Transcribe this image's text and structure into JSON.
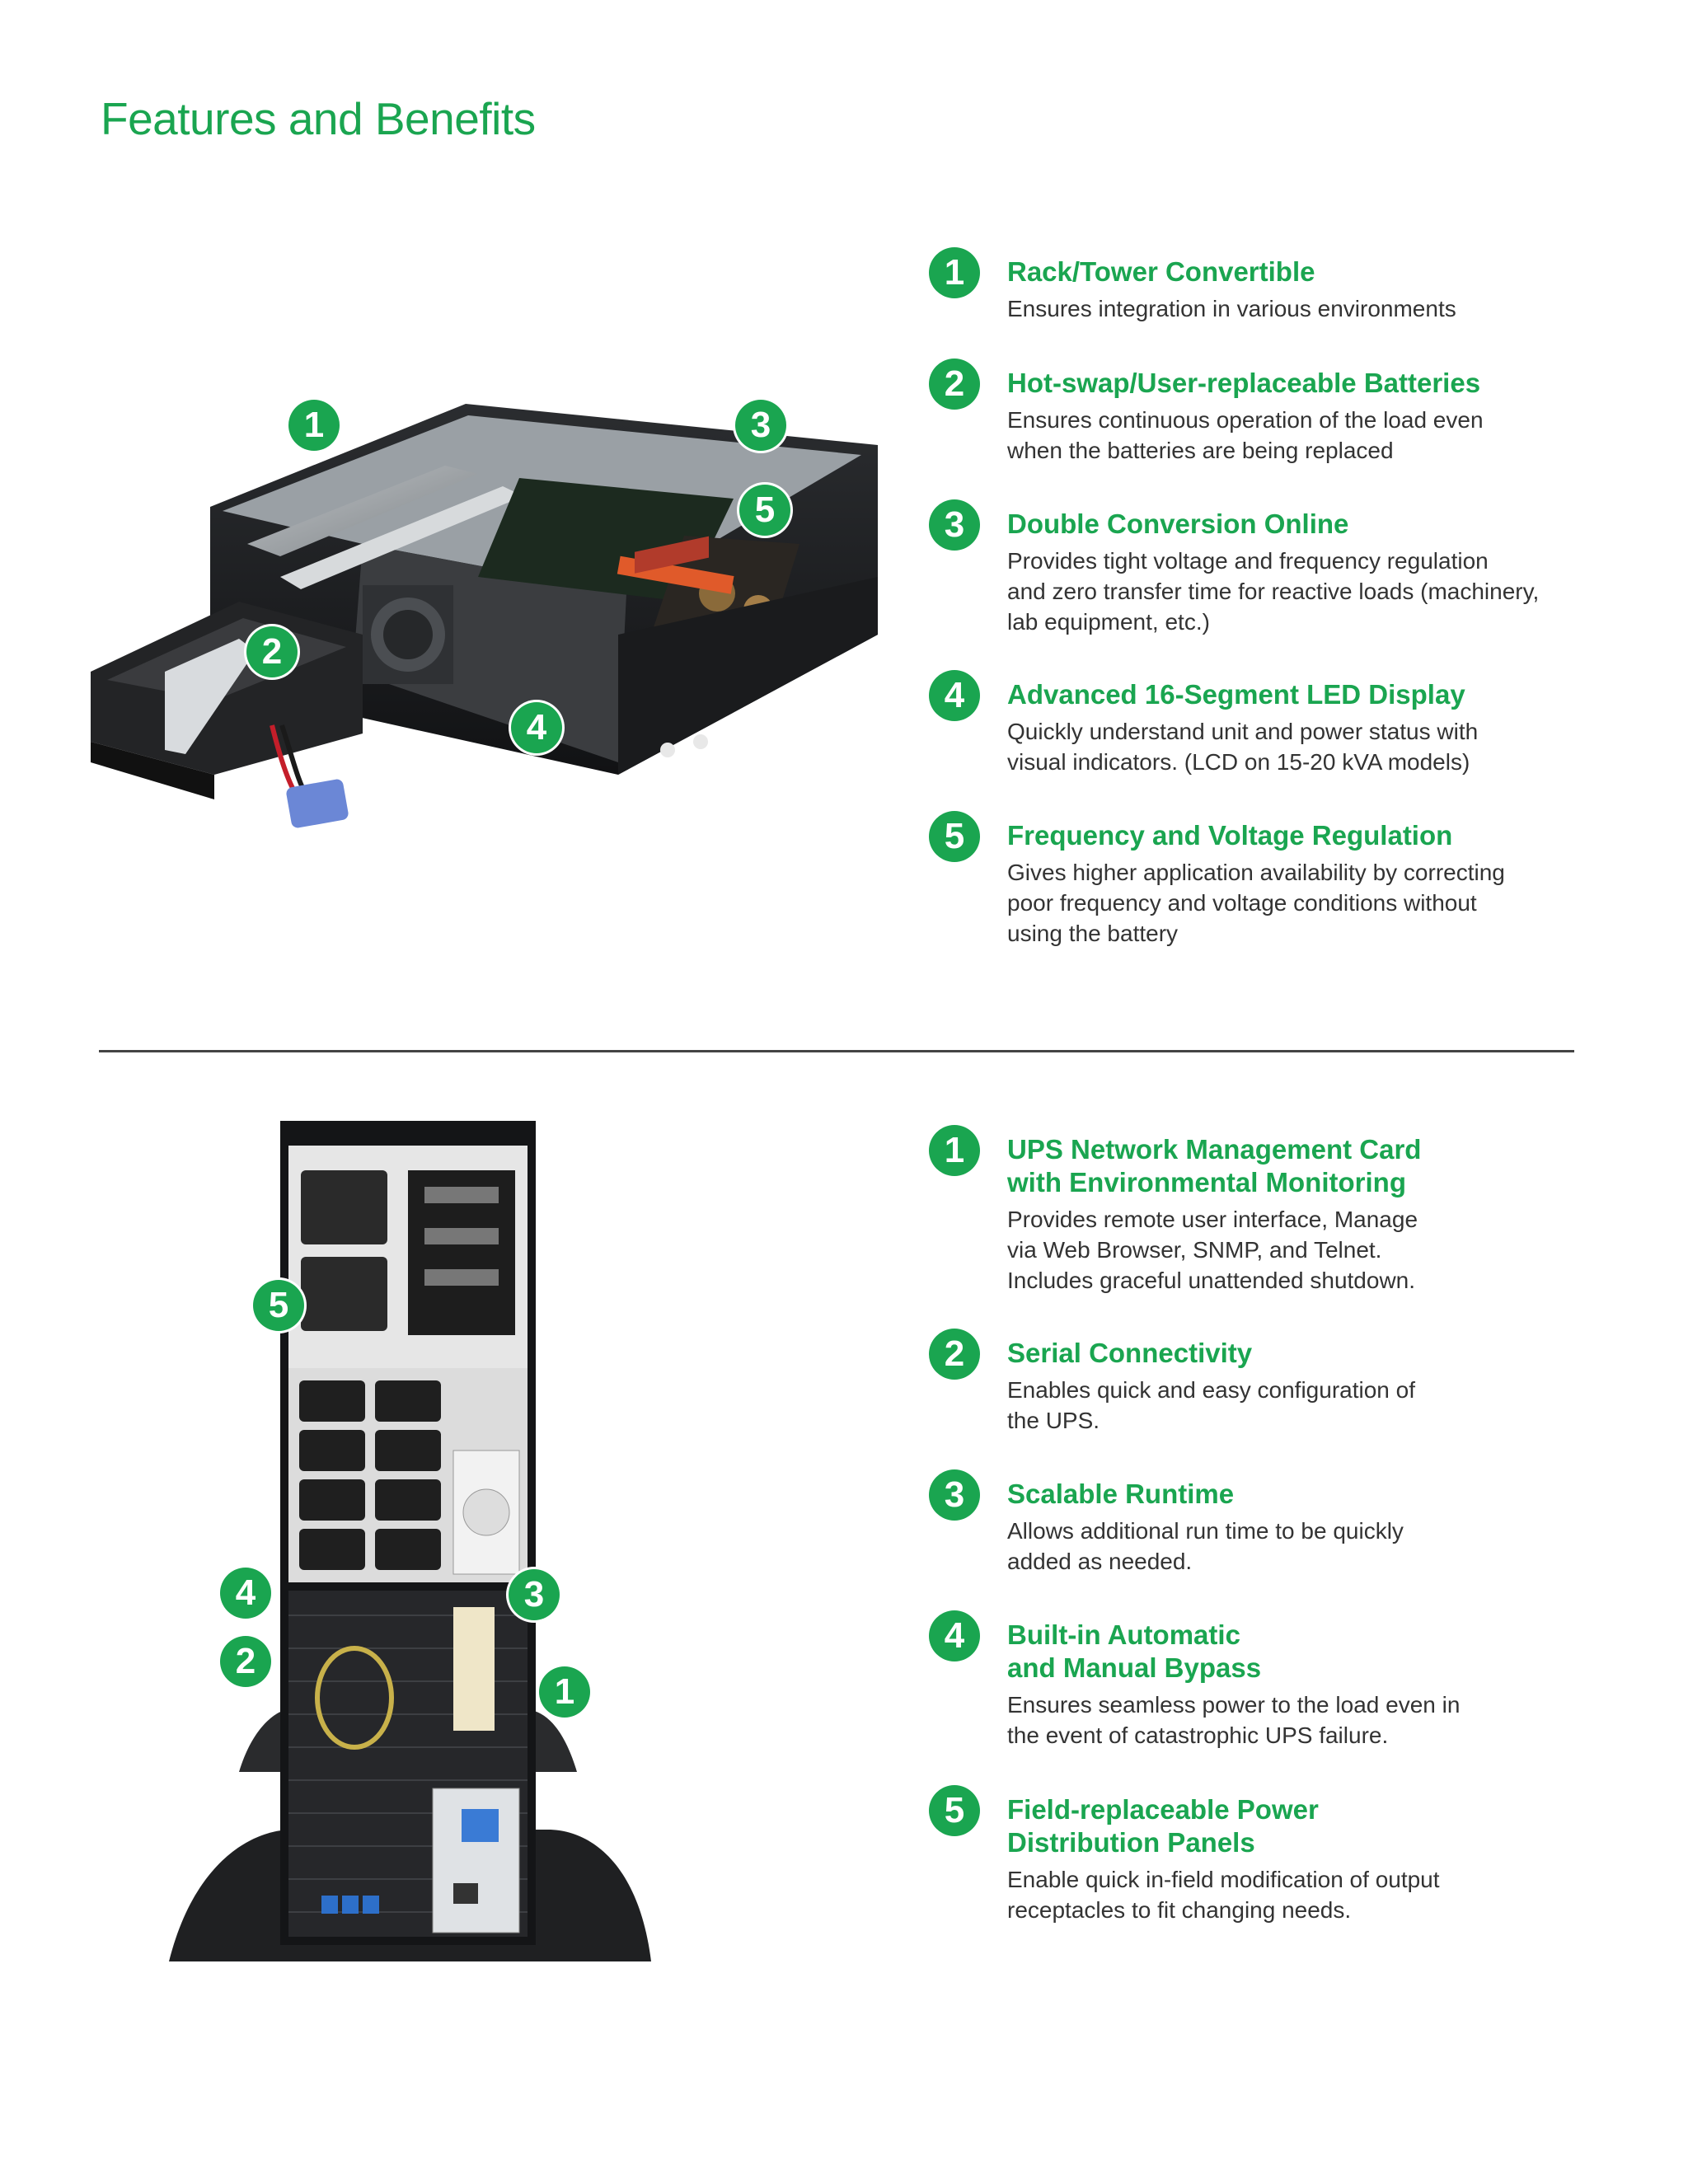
{
  "page": {
    "title": "Features and Benefits"
  },
  "colors": {
    "accent": "#1aa550",
    "text": "#333333",
    "divider": "#444444"
  },
  "top_section": {
    "features": [
      {
        "num": "1",
        "title": [
          "Rack/Tower Convertible"
        ],
        "desc": [
          "Ensures integration in various environments"
        ]
      },
      {
        "num": "2",
        "title": [
          "Hot-swap/User-replaceable Batteries"
        ],
        "desc": [
          "Ensures continuous operation of the load even",
          "when the batteries are being replaced"
        ]
      },
      {
        "num": "3",
        "title": [
          "Double Conversion Online"
        ],
        "desc": [
          "Provides tight voltage and frequency regulation",
          "and zero transfer time for reactive loads (machinery,",
          "lab equipment, etc.)"
        ]
      },
      {
        "num": "4",
        "title": [
          "Advanced 16-Segment LED Display"
        ],
        "desc": [
          "Quickly understand unit and power status with",
          "visual indicators.  (LCD on 15-20 kVA models)"
        ]
      },
      {
        "num": "5",
        "title": [
          "Frequency and Voltage Regulation"
        ],
        "desc": [
          "Gives higher application availability by correcting",
          "poor frequency and voltage conditions without",
          "using the battery"
        ]
      }
    ],
    "callouts": [
      "1",
      "2",
      "3",
      "4",
      "5"
    ]
  },
  "bottom_section": {
    "features": [
      {
        "num": "1",
        "title": [
          "UPS Network Management Card",
          "with Environmental Monitoring"
        ],
        "desc": [
          "Provides remote user interface, Manage",
          "via Web Browser, SNMP, and Telnet.",
          "Includes graceful unattended shutdown."
        ]
      },
      {
        "num": "2",
        "title": [
          "Serial Connectivity"
        ],
        "desc": [
          "Enables quick and easy configuration of",
          "the UPS."
        ]
      },
      {
        "num": "3",
        "title": [
          "Scalable Runtime"
        ],
        "desc": [
          "Allows additional run time to be quickly",
          "added as needed."
        ]
      },
      {
        "num": "4",
        "title": [
          "Built-in Automatic",
          "and Manual Bypass"
        ],
        "desc": [
          "Ensures seamless power to the load even in",
          "the event of catastrophic UPS failure."
        ]
      },
      {
        "num": "5",
        "title": [
          "Field-replaceable Power",
          "Distribution Panels"
        ],
        "desc": [
          "Enable quick in-field modification of output",
          "receptacles to fit changing needs."
        ]
      }
    ],
    "callouts": [
      "5",
      "4",
      "2",
      "3",
      "1"
    ]
  }
}
